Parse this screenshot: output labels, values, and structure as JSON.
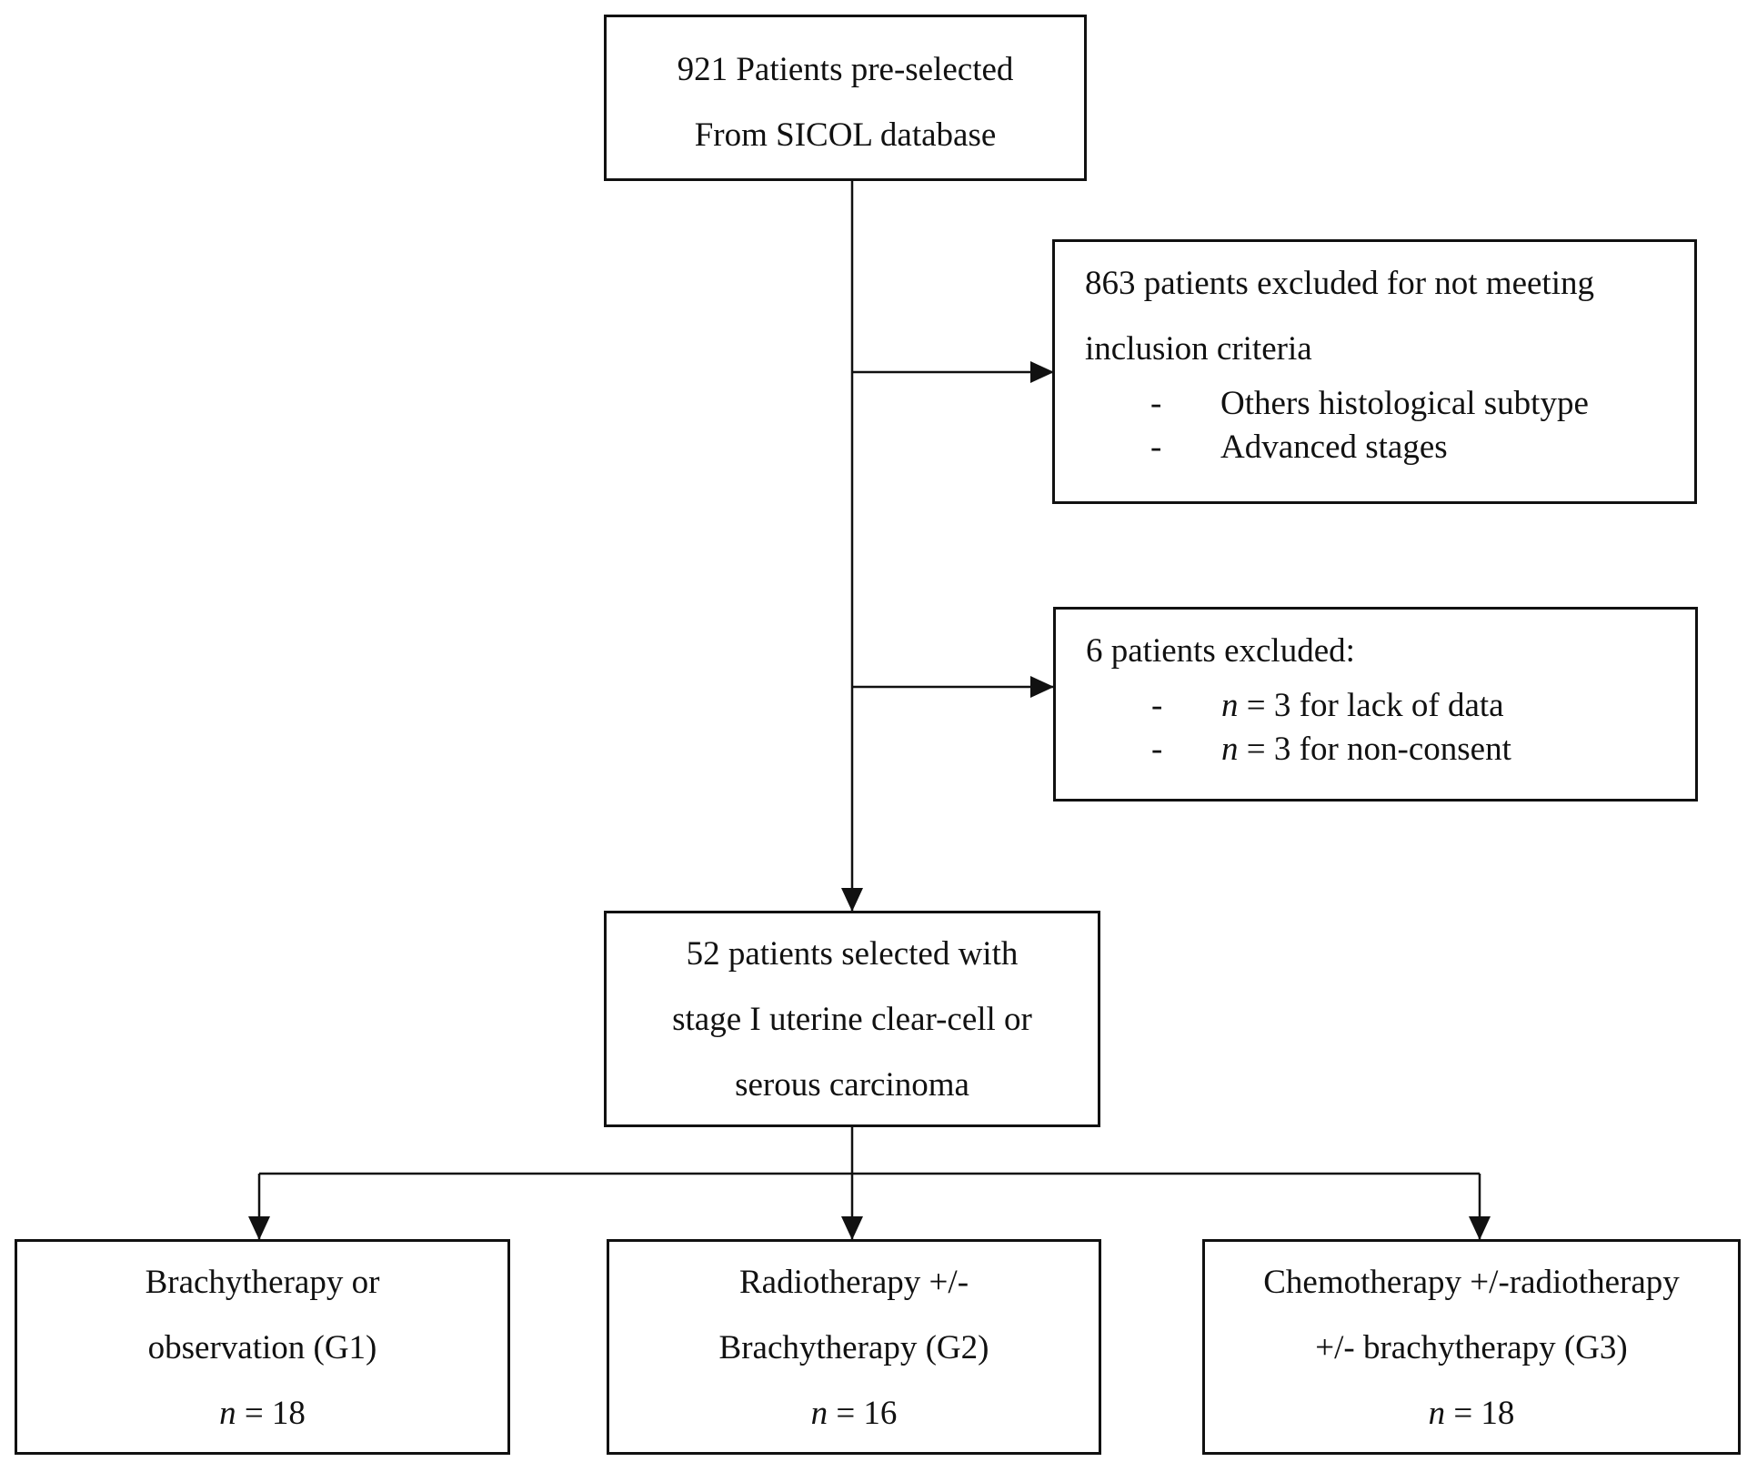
{
  "boxes": {
    "preselected": {
      "line1": "921 Patients pre-selected",
      "line2": "From SICOL database"
    },
    "excluded_criteria": {
      "heading1": "863 patients excluded for not meeting",
      "heading2": "inclusion criteria",
      "bullets": [
        {
          "dash": "-",
          "text": "Others histological subtype"
        },
        {
          "dash": "-",
          "text": "Advanced stages"
        }
      ]
    },
    "excluded_other": {
      "heading": "6 patients excluded:",
      "bullets": [
        {
          "dash": "-",
          "n": "n",
          "text": " = 3 for lack of data"
        },
        {
          "dash": "-",
          "n": "n",
          "text": " = 3 for non-consent"
        }
      ]
    },
    "selected": {
      "line1": "52 patients selected with",
      "line2": "stage I uterine clear-cell or",
      "line3": "serous carcinoma"
    },
    "groups": [
      {
        "line1": "Brachytherapy or",
        "line2": "observation (G1)",
        "n": "n",
        "count": " = 18"
      },
      {
        "line1": "Radiotherapy +/-",
        "line2": "Brachytherapy (G2)",
        "n": "n",
        "count": " = 16"
      },
      {
        "line1": "Chemotherapy +/-radiotherapy",
        "line2": "+/- brachytherapy (G3)",
        "n": "n",
        "count": " = 18"
      }
    ]
  },
  "colors": {
    "line": "#111111",
    "background": "#ffffff"
  }
}
